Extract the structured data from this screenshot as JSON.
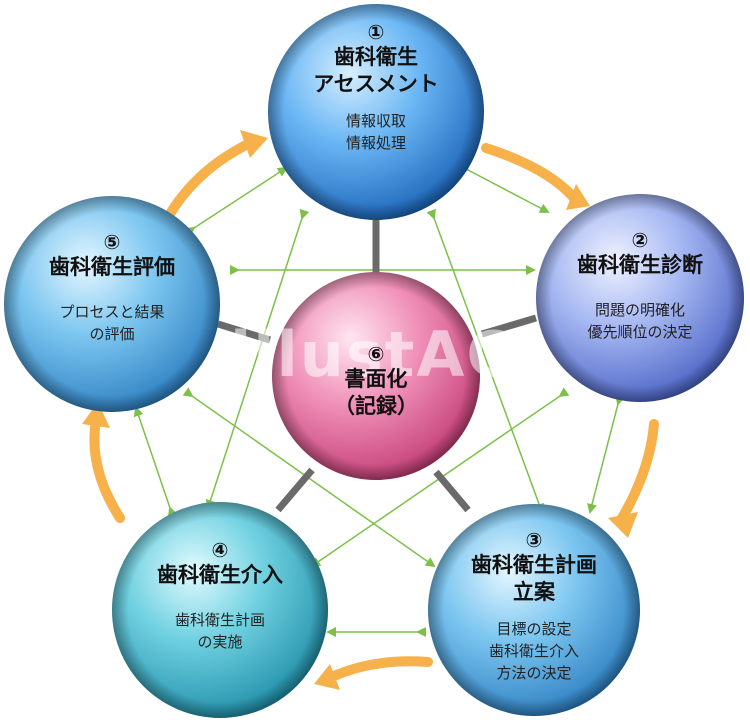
{
  "nodes": {
    "n1": {
      "number": "①",
      "title1": "歯科衛生",
      "title2": "アセスメント",
      "sub1": "情報収取",
      "sub2": "情報処理",
      "sub3": ""
    },
    "n2": {
      "number": "②",
      "title1": "歯科衛生診断",
      "title2": "",
      "sub1": "問題の明確化",
      "sub2": "優先順位の決定",
      "sub3": ""
    },
    "n3": {
      "number": "③",
      "title1": "歯科衛生計画",
      "title2": "立案",
      "sub1": "目標の設定",
      "sub2": "歯科衛生介入",
      "sub3": "方法の決定"
    },
    "n4": {
      "number": "④",
      "title1": "歯科衛生介入",
      "title2": "",
      "sub1": "歯科衛生計画",
      "sub2": "の実施",
      "sub3": ""
    },
    "n5": {
      "number": "⑤",
      "title1": "歯科衛生評価",
      "title2": "",
      "sub1": "プロセスと結果",
      "sub2": "の評価",
      "sub3": ""
    },
    "n6": {
      "number": "⑥",
      "title1": "書面化",
      "title2": "（記録）",
      "sub1": "",
      "sub2": "",
      "sub3": ""
    }
  },
  "watermark": "illustAC",
  "colors": {
    "blue": "#4a9be8",
    "lavender": "#8ea6ec",
    "sky": "#62b2e8",
    "teal": "#4fc2d2",
    "pink": "#e16a9c",
    "cycle_arrow": "#f6b14a",
    "connector": "#7cc04a",
    "spoke": "#666666"
  }
}
